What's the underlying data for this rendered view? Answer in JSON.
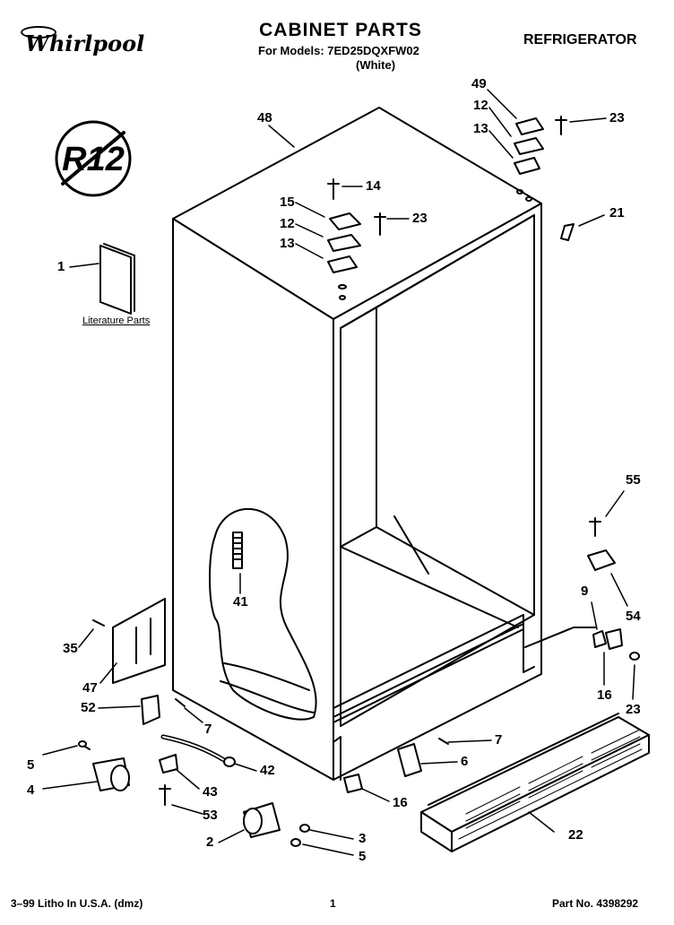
{
  "header": {
    "brand": "Whirlpool",
    "title": "CABINET PARTS",
    "models": "For Models: 7ED25DQXFW02",
    "color_note": "(White)",
    "category": "REFRIGERATOR"
  },
  "badge": {
    "text": "R12"
  },
  "literature_label": "Literature Parts",
  "callouts": {
    "c1": "1",
    "c2": "2",
    "c3": "3",
    "c4": "4",
    "c5a": "5",
    "c5b": "5",
    "c6": "6",
    "c7a": "7",
    "c7b": "7",
    "c9": "9",
    "c12a": "12",
    "c12b": "12",
    "c13a": "13",
    "c13b": "13",
    "c14": "14",
    "c15": "15",
    "c16a": "16",
    "c16b": "16",
    "c21": "21",
    "c22": "22",
    "c23a": "23",
    "c23b": "23",
    "c23c": "23",
    "c35": "35",
    "c41": "41",
    "c42": "42",
    "c43": "43",
    "c47": "47",
    "c48": "48",
    "c49": "49",
    "c52": "52",
    "c53": "53",
    "c54": "54",
    "c55": "55"
  },
  "footer": {
    "left": "3–99 Litho In U.S.A. (dmz)",
    "page": "1",
    "part_no": "Part No. 4398292"
  }
}
